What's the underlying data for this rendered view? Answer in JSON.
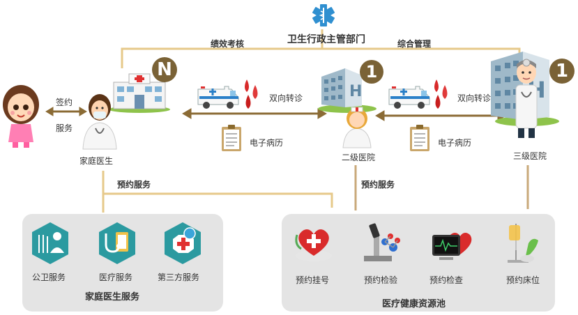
{
  "authority": {
    "label": "卫生行政主管部门"
  },
  "links": {
    "performance": "绩效考核",
    "management": "综合管理"
  },
  "left": {
    "sign": "签约",
    "service": "服务",
    "family_doctor": "家庭医生",
    "badge": "N"
  },
  "mid": {
    "referral": "双向转诊",
    "emr": "电子病历",
    "hospital": "二级医院",
    "badge": "1"
  },
  "right": {
    "referral": "双向转诊",
    "emr": "电子病历",
    "hospital": "三级医院",
    "badge": "1"
  },
  "appointment": {
    "left": "预约服务",
    "right": "预约服务"
  },
  "family_services": {
    "title": "家庭医生服务",
    "items": [
      "公卫服务",
      "医疗服务",
      "第三方服务"
    ]
  },
  "resource_pool": {
    "title": "医疗健康资源池",
    "items": [
      "预约挂号",
      "预约检验",
      "预约检查",
      "预约床位"
    ]
  },
  "colors": {
    "line_gold": "#e6c98a",
    "line_brown": "#8a6a2e",
    "arrow": "#8b6b35",
    "teal": "#2aa3a6",
    "hex_bg": "#2b9aa0"
  }
}
